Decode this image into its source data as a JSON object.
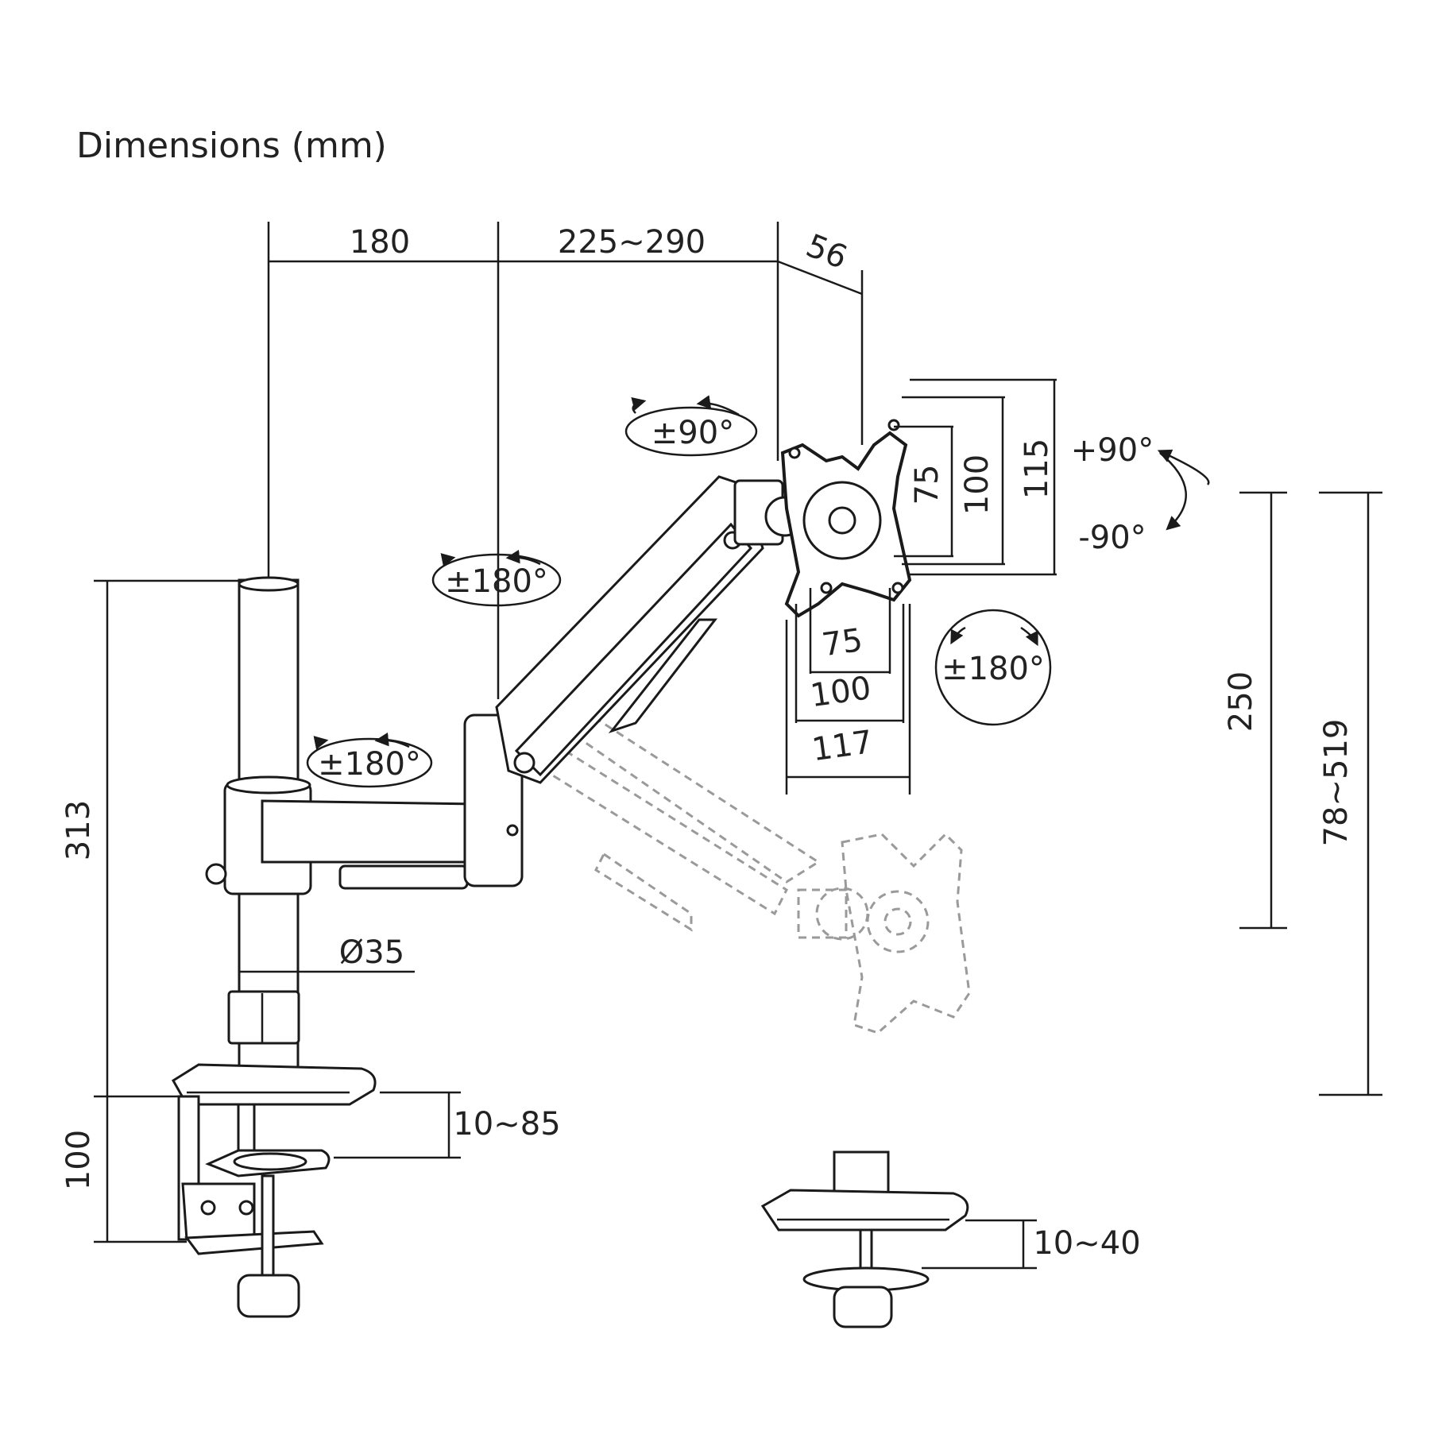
{
  "title": "Dimensions (mm)",
  "dimensions": {
    "pole_to_elbow": "180",
    "second_arm": "225~290",
    "head_depth": "56",
    "vesa_v_small": "75",
    "vesa_v_mid": "100",
    "vesa_v_large": "115",
    "vesa_h_small": "75",
    "vesa_h_mid": "100",
    "vesa_h_large": "117",
    "pole_height": "313",
    "pole_diameter": "Ø35",
    "clamp_range": "10~85",
    "clamp_height": "100",
    "grommet_range": "10~40",
    "lift_range": "250",
    "height_range": "78~519"
  },
  "rotations": {
    "tilt": "±90°",
    "rotate_plus": "+90°",
    "rotate_minus": "-90°",
    "elbow_swivel": "±180°",
    "arm_swivel": "±180°",
    "head_swivel": "±180°"
  }
}
